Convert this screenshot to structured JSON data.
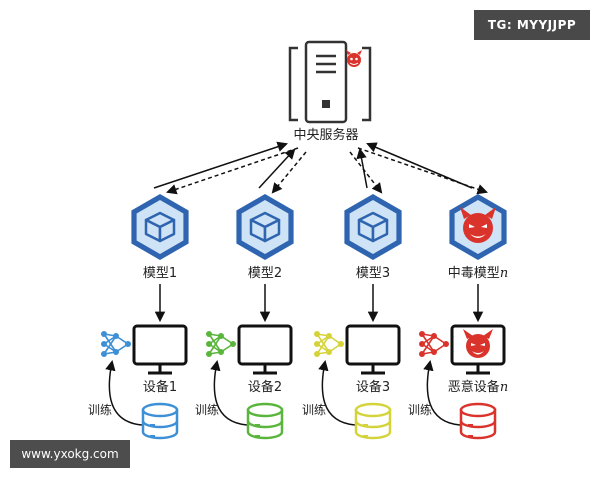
{
  "server": {
    "label": "中央服务器"
  },
  "models": [
    {
      "label": "模型1",
      "suffix": "",
      "malicious": false
    },
    {
      "label": "模型2",
      "suffix": "",
      "malicious": false
    },
    {
      "label": "模型3",
      "suffix": "",
      "malicious": false
    },
    {
      "label": "中毒模型",
      "suffix": "n",
      "malicious": true
    }
  ],
  "devices": [
    {
      "label": "设备1",
      "suffix": "",
      "color": "#3d8fd6",
      "malicious": false
    },
    {
      "label": "设备2",
      "suffix": "",
      "color": "#5ab53c",
      "malicious": false
    },
    {
      "label": "设备3",
      "suffix": "",
      "color": "#d4d43a",
      "malicious": false
    },
    {
      "label": "恶意设备",
      "suffix": "n",
      "color": "#d9332c",
      "malicious": true
    }
  ],
  "train_label": "训练",
  "watermarks": {
    "top_right": "TG: MYYJJPP",
    "bottom_left": "www.yxokg.com"
  },
  "colors": {
    "hex_fill": "#2f64b0",
    "hex_inner": "#cfe3f6",
    "devil": "#d9332c",
    "ink": "#222222"
  }
}
